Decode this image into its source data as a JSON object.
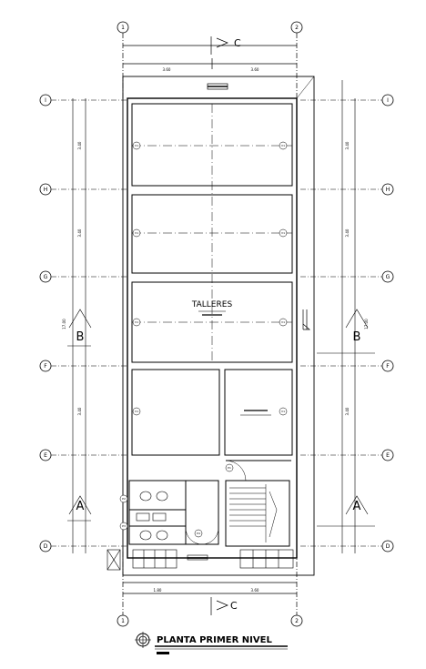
{
  "drawing": {
    "title": "PLANTA PRIMER NIVEL",
    "room_label": "TALLERES",
    "section_marks": {
      "top": "C",
      "bottom": "C",
      "left_upper": "B",
      "right_upper": "B",
      "left_lower": "A",
      "right_lower": "A"
    },
    "grid_numbers": {
      "top_left": "1",
      "top_right": "2",
      "bottom_left": "1",
      "bottom_right": "2"
    },
    "grid_letters_left": [
      "I",
      "H",
      "G",
      "F",
      "E",
      "D"
    ],
    "grid_letters_right": [
      "I",
      "H",
      "G",
      "F",
      "E",
      "D"
    ],
    "column_tag": "V1",
    "door_tags": [
      "P1",
      "P2",
      "P3",
      "P4"
    ],
    "dimensions": {
      "overall_height": "17.00",
      "bay": "3.40",
      "top_width_left": "3.60",
      "top_width_right": "3.60",
      "bottom_width_left": "1.80",
      "bottom_width_right": "3.60"
    }
  }
}
